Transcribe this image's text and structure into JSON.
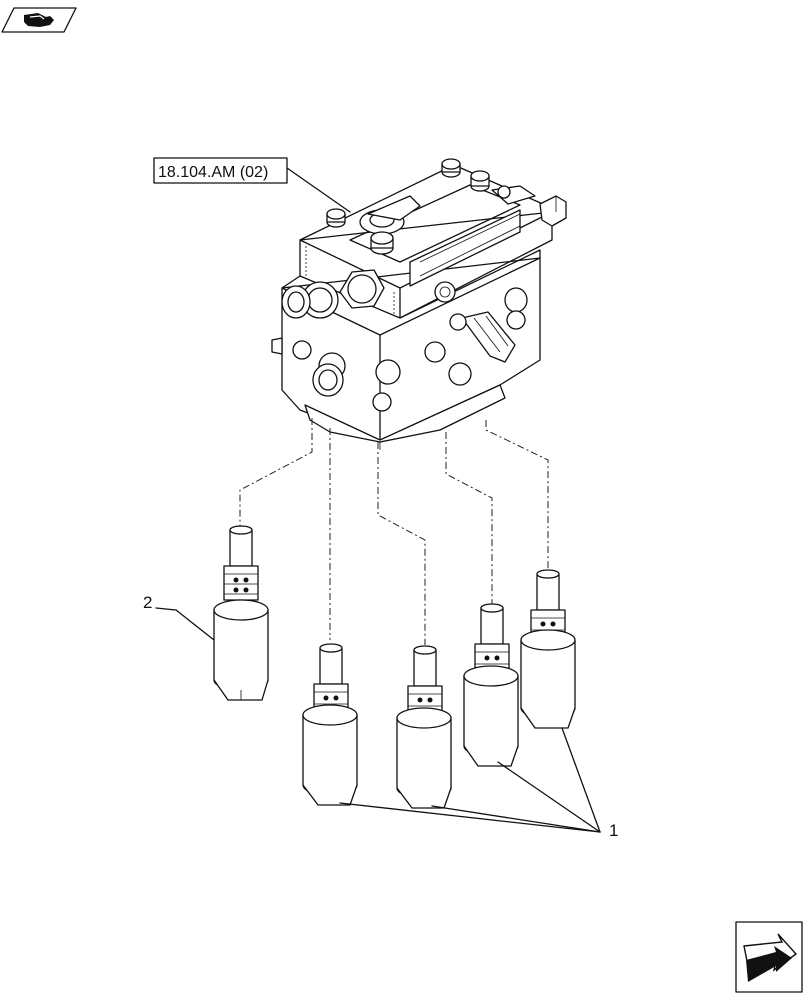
{
  "reference_label": "18.104.AM (02)",
  "callouts": {
    "solenoid_group": "1",
    "single_solenoid": "2"
  },
  "icons": {
    "top_left": "book-icon",
    "bottom_right": "next-page-arrow-icon"
  }
}
